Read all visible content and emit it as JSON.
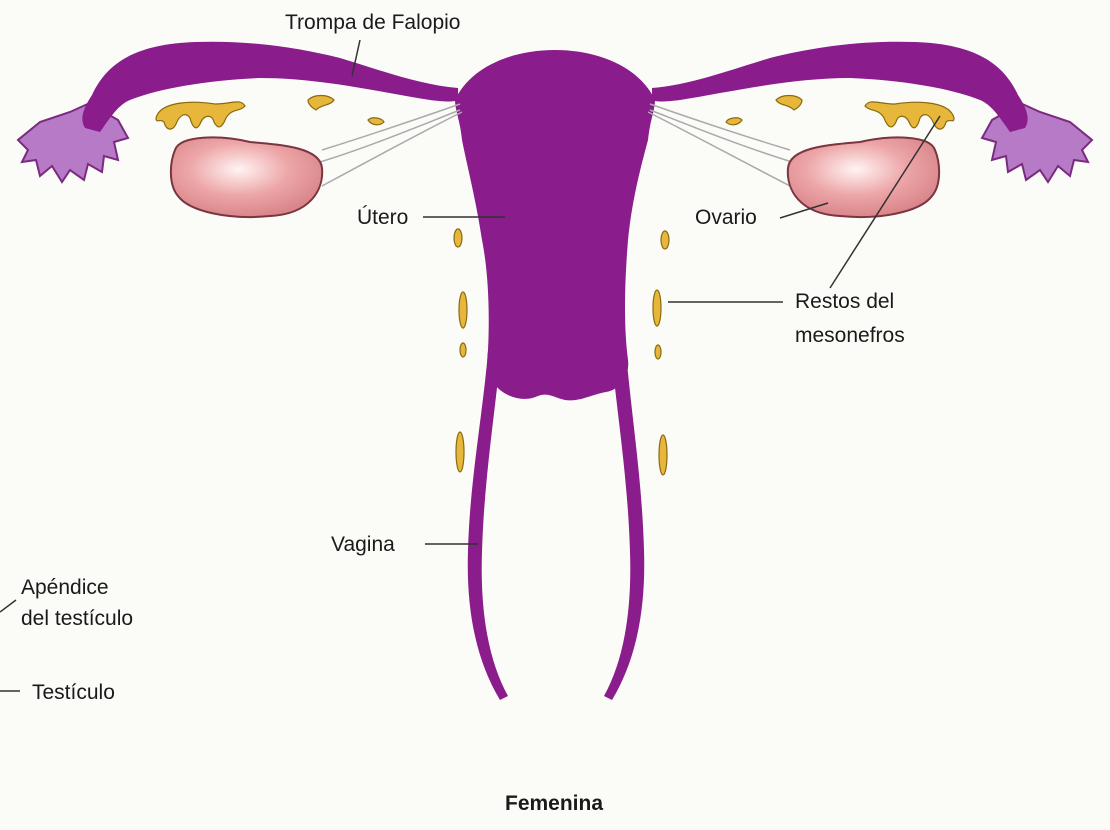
{
  "labels": {
    "trompa": "Trompa de Falopio",
    "utero": "Útero",
    "ovario": "Ovario",
    "restos_1": "Restos del",
    "restos_2": "mesonefros",
    "vagina": "Vagina",
    "apendice_1": "Apéndice",
    "apendice_2": "del testículo",
    "testiculo": "Testículo"
  },
  "title": "Femenina",
  "colors": {
    "organ": "#8a1c8c",
    "fimbria": "#b77ac6",
    "ovary": "#e8a0a3",
    "remnant": "#e6b73a",
    "background": "#fbfbf8"
  }
}
